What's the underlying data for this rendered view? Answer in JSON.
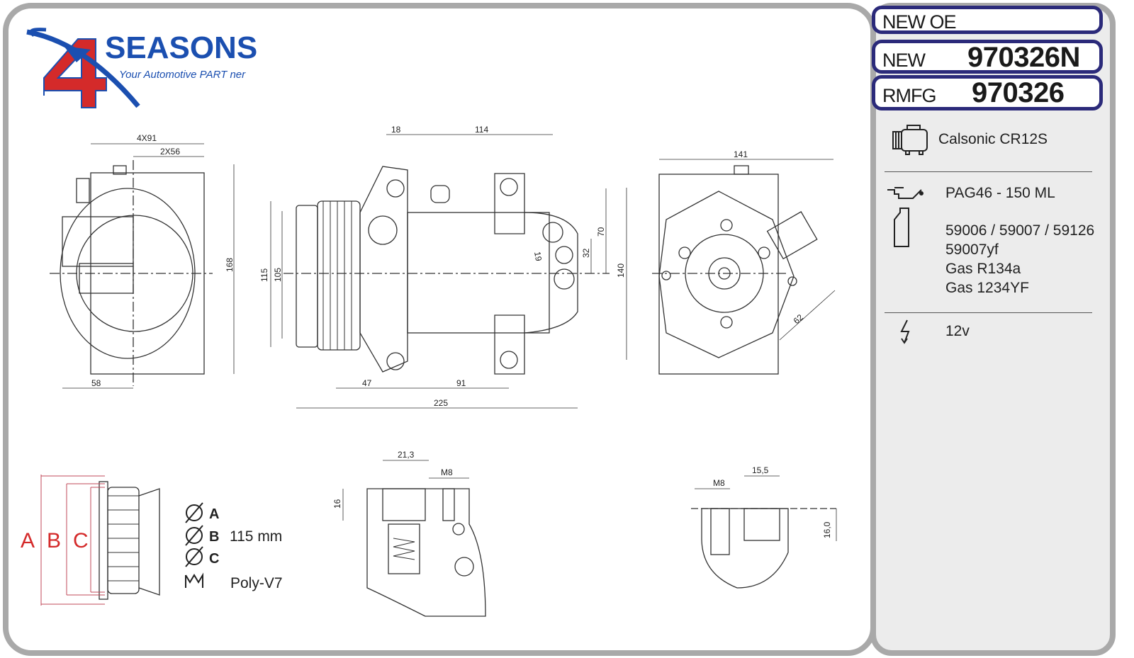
{
  "logo": {
    "brand": "SEASONS",
    "digit": "4",
    "tagline": "Your Automotive PART ner"
  },
  "codes": [
    {
      "label": "NEW OE",
      "number": ""
    },
    {
      "label": "NEW",
      "number": "970326N"
    },
    {
      "label": "RMFG",
      "number": "970326"
    }
  ],
  "specs": {
    "compressor": "Calsonic  CR12S",
    "oil": "PAG46 - 150 ML",
    "oil_refs": [
      "59006 / 59007 / 59126",
      "59007yf",
      "Gas R134a",
      "Gas 1234YF"
    ],
    "voltage": "12v"
  },
  "dimensions": {
    "d4x91": "4X91",
    "d2x56": "2X56",
    "d168": "168",
    "d58": "58",
    "d18": "18",
    "d114": "114",
    "d115": "115",
    "d105": "105",
    "d70": "70",
    "d32": "32",
    "d19": "19",
    "d140": "140",
    "d47": "47",
    "d91": "91",
    "d225": "225",
    "d141": "141",
    "d62": "62",
    "d21_3": "21,3",
    "dM8a": "M8",
    "d16": "16",
    "dM8b": "M8",
    "d15_5": "15,5",
    "d16_0": "16,0"
  },
  "pulley": {
    "letters": [
      "A",
      "B",
      "C"
    ],
    "diameter": "115 mm",
    "belt": "Poly-V7"
  },
  "colors": {
    "navy": "#2b2a7a",
    "frame": "#a9a9a9",
    "red": "#d42a2a",
    "blue": "#1b4fb0"
  }
}
